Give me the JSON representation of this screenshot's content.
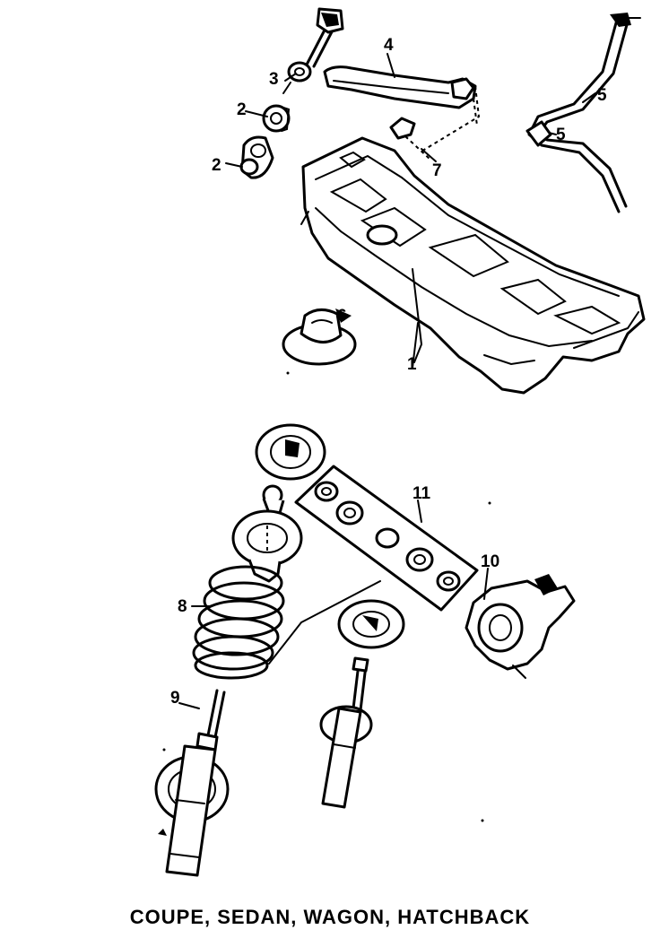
{
  "diagram": {
    "caption": "COUPE, SEDAN, WAGON, HATCHBACK",
    "callouts": {
      "c1": "1",
      "c2a": "2",
      "c2b": "2",
      "c3": "3",
      "c4": "4",
      "c5a": "5",
      "c5b": "5",
      "c6": "6",
      "c7": "7",
      "c8": "8",
      "c9": "9",
      "c10": "10",
      "c11": "11"
    }
  }
}
